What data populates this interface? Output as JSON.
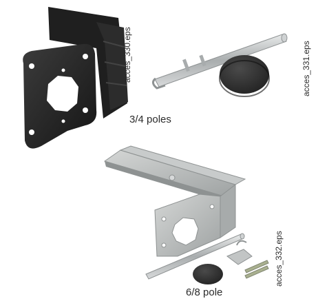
{
  "products": [
    {
      "file_label": "acces_330.eps"
    },
    {
      "file_label": "acces_331.eps"
    },
    {
      "file_label": "acces_332.eps"
    }
  ],
  "captions": {
    "group_a": "3/4 poles",
    "group_b": "6/8 pole"
  },
  "colors": {
    "dark_plastic": "#2a2a2a",
    "steel": "#b9bcbd",
    "cap": "#353535",
    "background": "#ffffff"
  },
  "icons": [
    "mounting-plate-icon",
    "shaft-icon",
    "cap-icon",
    "bracket-icon",
    "clip-icon"
  ]
}
